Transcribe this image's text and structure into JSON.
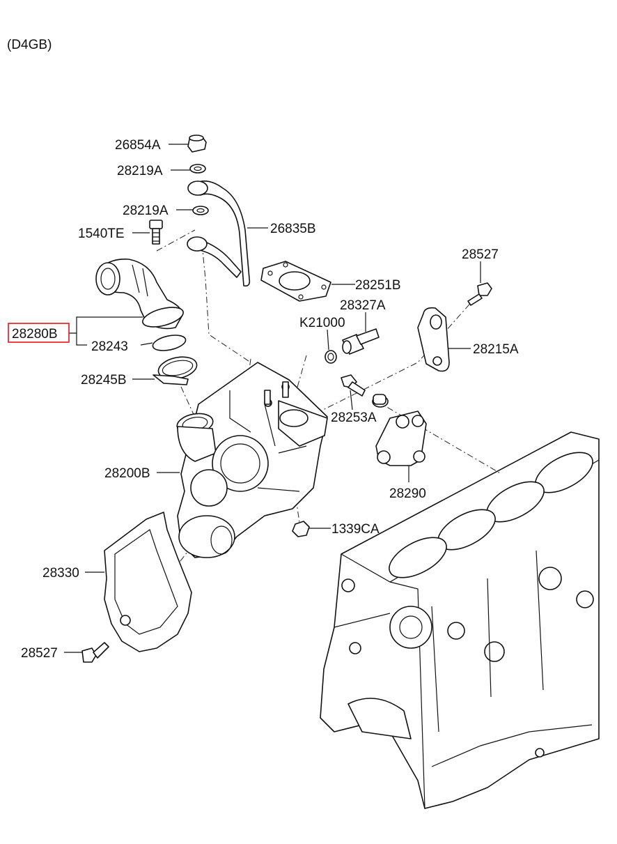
{
  "title": "(D4GB)",
  "highlight_color": "#e0141e",
  "parts": {
    "p26854A": "26854A",
    "p28219A_top": "28219A",
    "p28219A_mid": "28219A",
    "p1540TE": "1540TE",
    "p26835B": "26835B",
    "p28251B": "28251B",
    "p28527_top": "28527",
    "p28327A": "28327A",
    "pK21000": "K21000",
    "p28280B": "28280B",
    "p28243": "28243",
    "p28215A": "28215A",
    "p28245B": "28245B",
    "p28253A": "28253A",
    "p28200B": "28200B",
    "p28290": "28290",
    "p1339CA": "1339CA",
    "p28330": "28330",
    "p28527_bottom": "28527"
  }
}
